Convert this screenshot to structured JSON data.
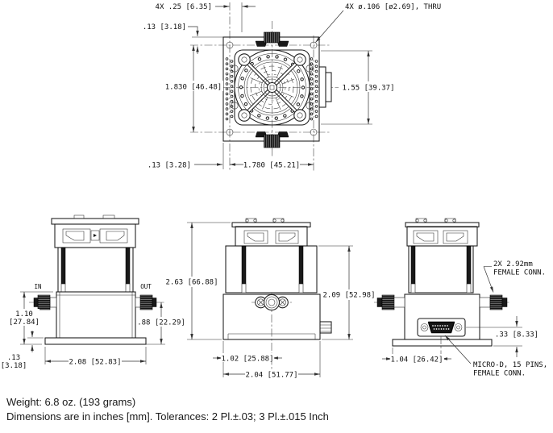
{
  "views": {
    "top": {
      "dim_hole_pitch": "4X .25 [6.35]",
      "dim_edge_offset_top": ".13 [3.18]",
      "callout_holes": "4X ø.106 [ø2.69], THRU",
      "dim_hole_span_vertical": "1.830 [46.48]",
      "dim_body_height": "1.55 [39.37]",
      "dim_edge_offset_bottom": ".13 [3.28]",
      "dim_hole_span_horizontal": "1.780 [45.21]"
    },
    "front": {
      "port_in": "IN",
      "port_out": "OUT",
      "dim_base_height_in": "1.10",
      "dim_base_height_mm": "[27.84]",
      "dim_center_height": ".88 [22.29]",
      "dim_foot_in": ".13",
      "dim_foot_mm": "[3.18]",
      "dim_width": "2.08 [52.83]"
    },
    "side": {
      "dim_total_height": "2.63 [66.88]",
      "dim_body_height": "2.09 [52.98]",
      "dim_center_offset": "1.02 [25.88]",
      "dim_width": "2.04 [51.77]"
    },
    "back": {
      "callout_rf_line1": "2X 2.92mm",
      "callout_rf_line2": "FEMALE CONN.",
      "dim_connector_height": ".33 [8.33]",
      "dim_center_offset": "1.04 [26.42]",
      "callout_microd_line1": "MICRO-D, 15 PINS,",
      "callout_microd_line2": "FEMALE CONN."
    },
    "notes": {
      "weight": "Weight: 6.8 oz. (193 grams)",
      "tolerance": "Dimensions are in inches [mm]. Tolerances: 2 Pl.±.03; 3 Pl.±.015 Inch"
    }
  },
  "colors": {
    "line": "#1a1a1a",
    "background": "#ffffff"
  }
}
